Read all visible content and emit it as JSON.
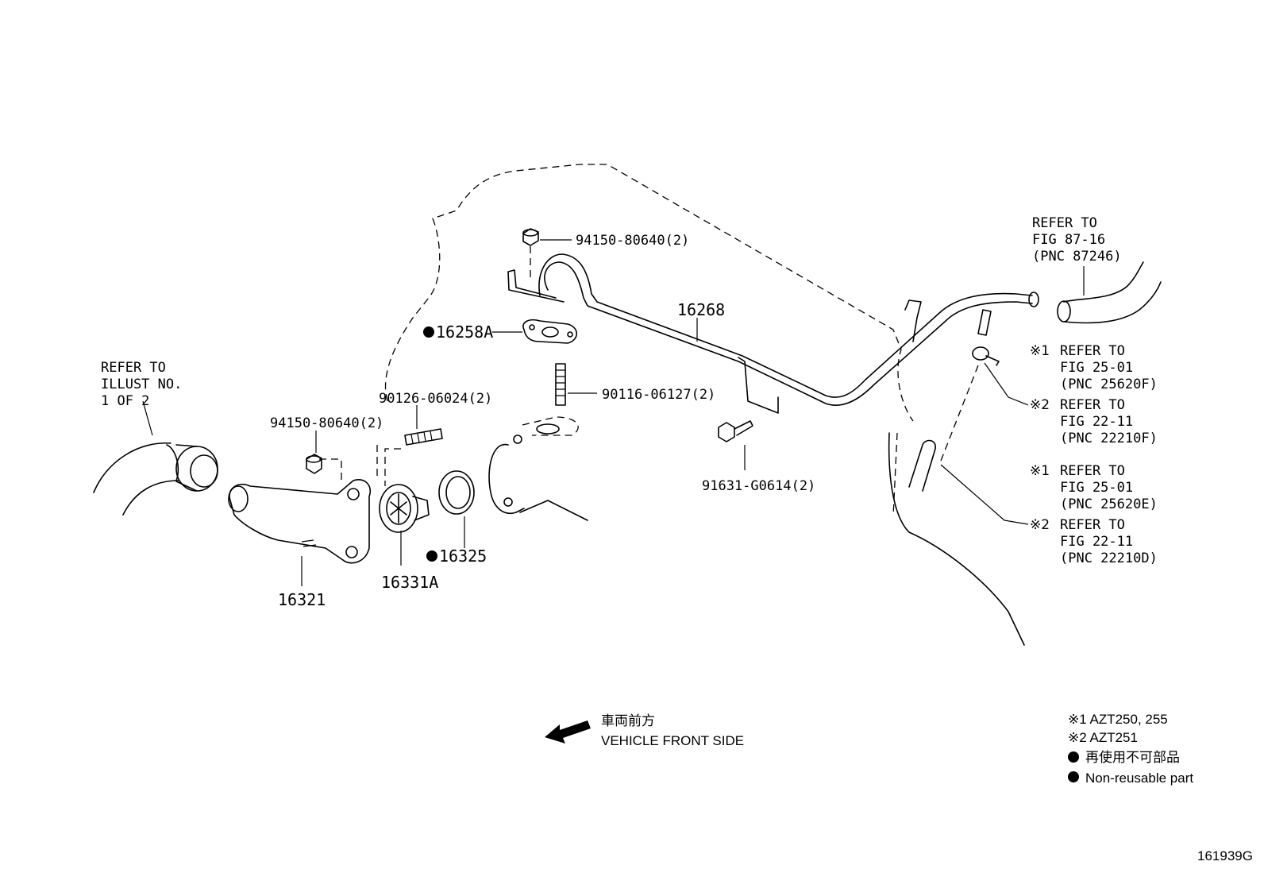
{
  "callouts": {
    "refer_illust": [
      "REFER TO",
      "ILLUST NO.",
      "1 OF 2"
    ],
    "nut_top": "94150-80640(2)",
    "gasket_16258a": "16258A",
    "pipe_16268": "16268",
    "stud_90126": "90126-06024(2)",
    "stud_90116": "90116-06127(2)",
    "nut_left": "94150-80640(2)",
    "bolt_91631": "91631-G0614(2)",
    "inlet_16321": "16321",
    "thermostat_16331a": "16331A",
    "gasket_16325": "16325",
    "refer_fig87": [
      "REFER  TO",
      "FIG 87-16",
      "(PNC 87246)"
    ],
    "refer_a": {
      "mark": "※1",
      "lines": [
        "REFER  TO",
        "FIG 25-01",
        "(PNC 25620F)"
      ]
    },
    "refer_b": {
      "mark": "※2",
      "lines": [
        "REFER  TO",
        "FIG 22-11",
        "(PNC 22210F)"
      ]
    },
    "refer_c": {
      "mark": "※1",
      "lines": [
        "REFER  TO",
        "FIG 25-01",
        "(PNC 25620E)"
      ]
    },
    "refer_d": {
      "mark": "※2",
      "lines": [
        "REFER  TO",
        "FIG 22-11",
        "(PNC 22210D)"
      ]
    }
  },
  "direction": {
    "jp": "車両前方",
    "en": "VEHICLE FRONT SIDE"
  },
  "legend": {
    "note1": "※1 AZT250, 255",
    "note2": "※2 AZT251",
    "nonreusable_jp": "再使用不可部品",
    "nonreusable_en": "Non-reusable part"
  },
  "figure_id": "161939G"
}
